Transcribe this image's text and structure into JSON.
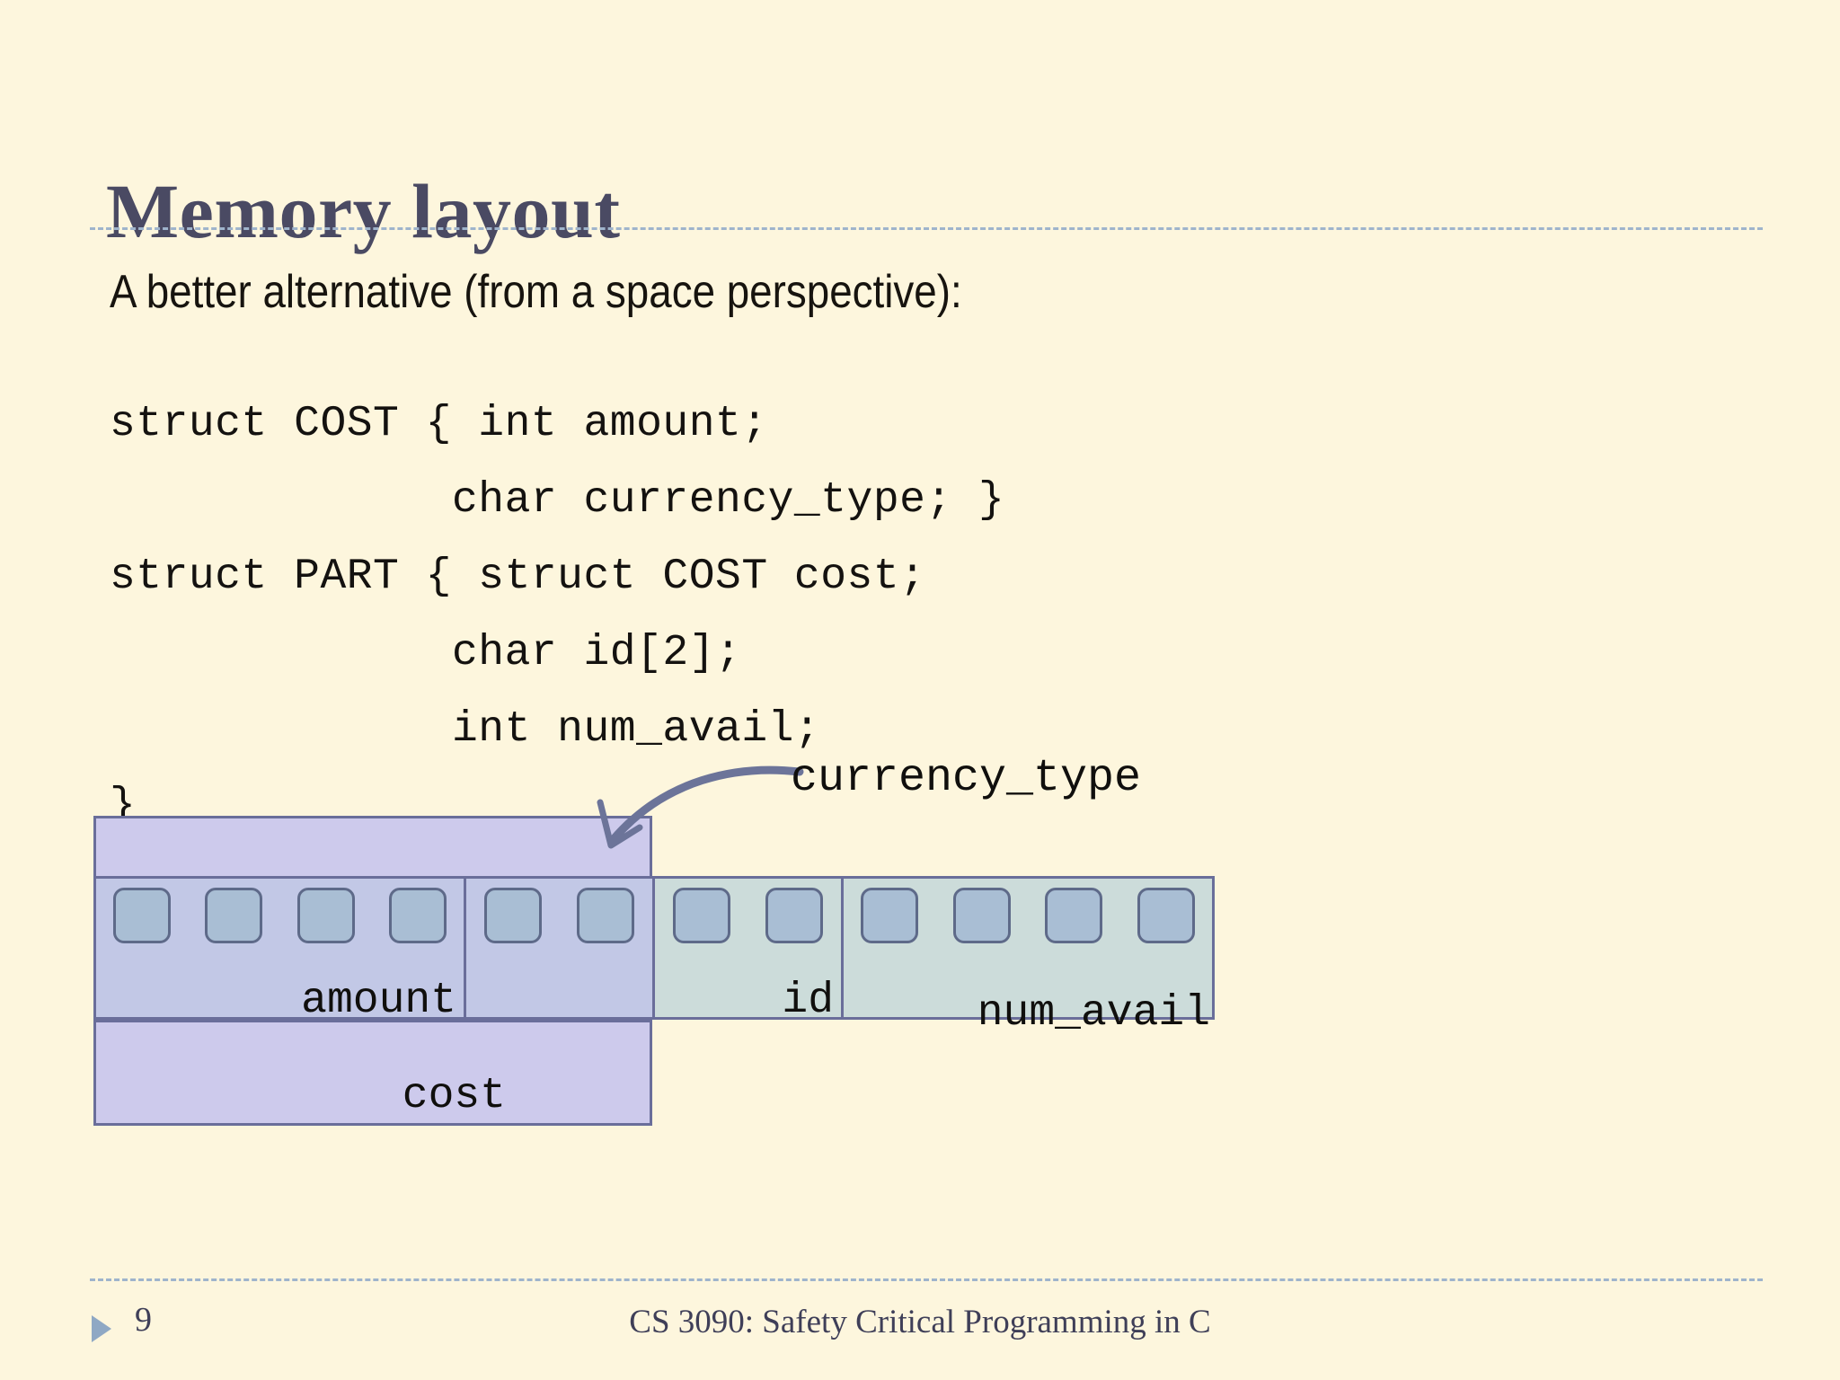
{
  "slide": {
    "title": "Memory layout",
    "background_color": "#fdf6dd",
    "title_color": "#4a4a63",
    "rule_color": "#9fb4cc"
  },
  "body": {
    "lead_line": "A better alternative (from a space perspective):",
    "code": "struct COST { int amount;\n             char currency_type; }\nstruct PART { struct COST cost;\n             char id[2];\n             int num_avail;\n}"
  },
  "diagram": {
    "callout_label": "currency_type",
    "callout_arrow_icon": "curved-arrow-icon",
    "cost_label": "cost",
    "segments": [
      {
        "name": "amount",
        "label": "amount",
        "bytes": 4,
        "fill": "#c2c8e6"
      },
      {
        "name": "currency",
        "label": "",
        "bytes": 2,
        "fill": "#c2c8e6"
      },
      {
        "name": "id",
        "label": "id",
        "bytes": 2,
        "fill": "#ccdcda"
      },
      {
        "name": "num_avail",
        "label": "num_avail",
        "bytes": 4,
        "fill": "#ccdcda"
      }
    ],
    "byte_cell_fill": "#a9bed4",
    "byte_cell_border": "#5e6a89",
    "cost_band_fill": "#cdcaec",
    "band_border": "#6a6e9a"
  },
  "footer": {
    "bullet_icon": "triangle-right-icon",
    "page_number": "9",
    "course_line": "CS 3090: Safety Critical Programming in C"
  }
}
